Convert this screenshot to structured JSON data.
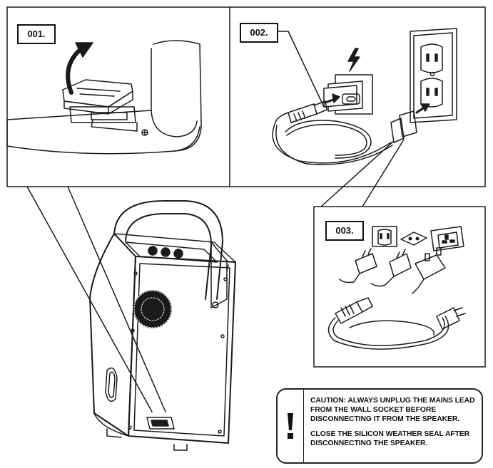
{
  "steps": {
    "step1": {
      "label": "001."
    },
    "step2": {
      "label": "002."
    },
    "step3": {
      "label": "003."
    }
  },
  "caution": {
    "icon": "exclamation-icon",
    "line1": "CAUTION: ALWAYS UNPLUG THE MAINS LEAD FROM THE WALL SOCKET BEFORE DISCONNECTING IT FROM THE SPEAKER.",
    "line2": "CLOSE THE SILICON WEATHER SEAL AFTER DISCONNECTING THE SPEAKER."
  },
  "icons": [
    "up-arrow-icon",
    "power-bolt-icon",
    "plug-arrow-icon",
    "speaker-icon",
    "wall-outlet-icon",
    "power-cord-icon"
  ]
}
